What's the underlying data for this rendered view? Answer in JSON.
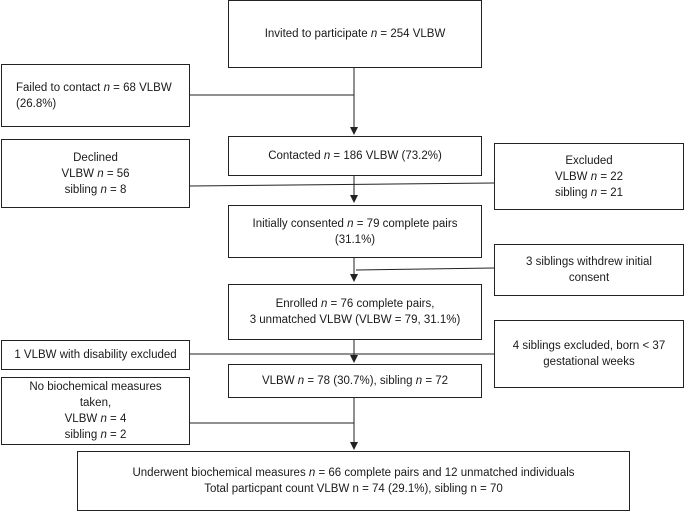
{
  "invited": {
    "pre": "Invited to participate ",
    "n": "n",
    "post": " = 254 VLBW"
  },
  "failed": {
    "line1_pre": "Failed to contact ",
    "n": "n",
    "line1_post": " = 68 VLBW",
    "line2": "(26.8%)"
  },
  "contacted": {
    "pre": "Contacted ",
    "n": "n",
    "post": " = 186 VLBW (73.2%)"
  },
  "declined": {
    "title": "Declined",
    "vlbw_pre": "VLBW ",
    "vlbw_post": " = 56",
    "sib_pre": "sibling ",
    "sib_post": " = 8",
    "n": "n"
  },
  "excluded": {
    "title": "Excluded",
    "vlbw_pre": "VLBW ",
    "vlbw_post": " = 22",
    "sib_pre": "sibling ",
    "sib_post": " = 21",
    "n": "n"
  },
  "consented": {
    "pre": "Initially consented ",
    "n": "n",
    "post": " = 79 complete pairs",
    "line2": "(31.1%)"
  },
  "withdrew": {
    "line1": "3 siblings withdrew initial",
    "line2": "consent"
  },
  "enrolled": {
    "pre": "Enrolled ",
    "n": "n",
    "post": " = 76 complete pairs,",
    "line2": "3 unmatched VLBW (VLBW = 79, 31.1%)"
  },
  "disability": {
    "text": "1 VLBW with disability excluded"
  },
  "born": {
    "line1": "4 siblings excluded, born < 37",
    "line2": "gestational weeks"
  },
  "vlbw78": {
    "pre": "VLBW ",
    "n": "n",
    "mid": " = 78 (30.7%), sibling ",
    "post": " = 72"
  },
  "nobio": {
    "line1": "No biochemical measures",
    "line2": "taken,",
    "vlbw_pre": "VLBW ",
    "vlbw_post": " = 4",
    "sib_pre": "sibling ",
    "sib_post": " = 2",
    "n": "n"
  },
  "underwent": {
    "pre": "Underwent biochemical measures ",
    "n": "n",
    "post": " = 66 complete pairs and 12 unmatched individuals",
    "line2": "Total particpant count VLBW n = 74 (29.1%), sibling n = 70"
  }
}
